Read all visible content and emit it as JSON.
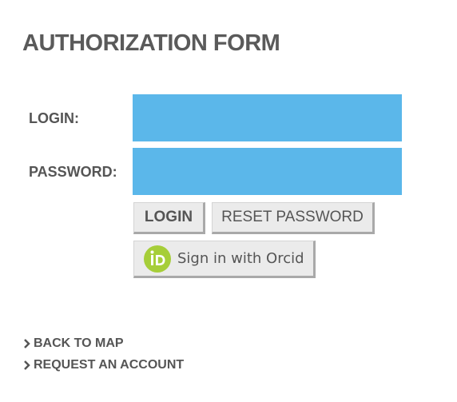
{
  "title": "AUTHORIZATION FORM",
  "form": {
    "login_label": "LOGIN:",
    "login_value": "",
    "password_label": "PASSWORD:",
    "password_value": ""
  },
  "buttons": {
    "login_label": "LOGIN",
    "reset_label": "RESET PASSWORD",
    "orcid_label": "Sign in with Orcid"
  },
  "links": {
    "back_to_map": "BACK TO MAP",
    "request_account": "REQUEST AN ACCOUNT"
  },
  "icons": {
    "orcid": "orcid-icon",
    "link_chevron": "chevron-right-icon"
  },
  "colors": {
    "field_background": "#5bb7ea",
    "orcid_green": "#a6ce39",
    "text": "#555555"
  }
}
